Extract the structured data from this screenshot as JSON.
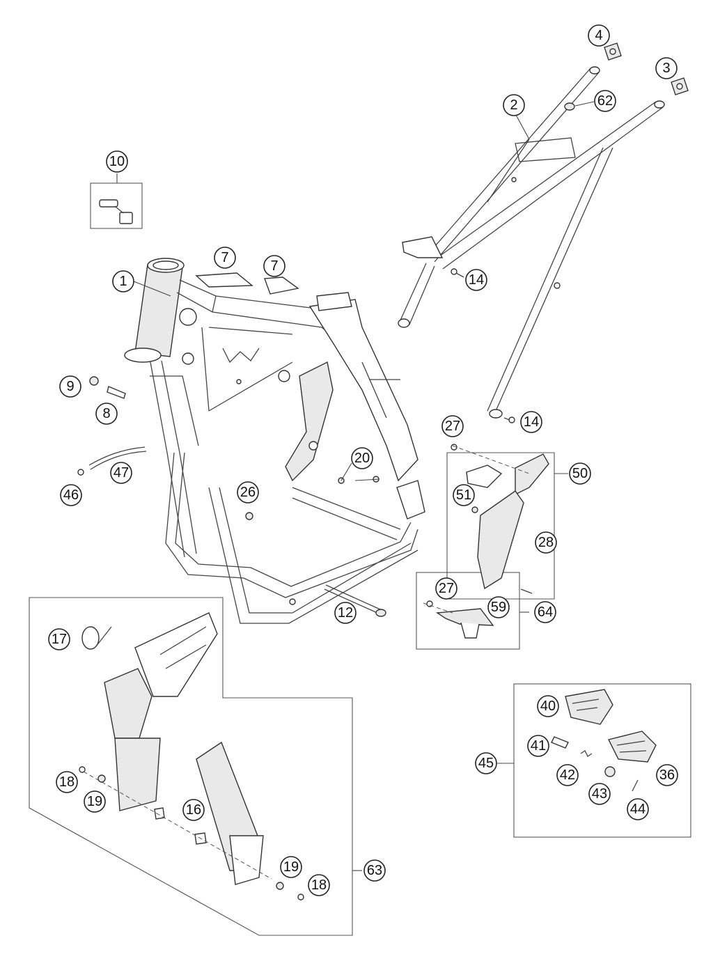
{
  "diagram": {
    "callouts": {
      "c1": "1",
      "c2": "2",
      "c3": "3",
      "c4": "4",
      "c7a": "7",
      "c7b": "7",
      "c8": "8",
      "c9": "9",
      "c10": "10",
      "c12": "12",
      "c14a": "14",
      "c14b": "14",
      "c16": "16",
      "c17": "17",
      "c18a": "18",
      "c18b": "18",
      "c19a": "19",
      "c19b": "19",
      "c20": "20",
      "c26": "26",
      "c27a": "27",
      "c27b": "27",
      "c28": "28",
      "c36": "36",
      "c40": "40",
      "c41": "41",
      "c42": "42",
      "c43": "43",
      "c44": "44",
      "c45": "45",
      "c46": "46",
      "c47": "47",
      "c50": "50",
      "c51": "51",
      "c59": "59",
      "c62": "62",
      "c63": "63",
      "c64": "64"
    },
    "colors": {
      "line": "#333333",
      "fill": "#e9e9e9",
      "background": "#ffffff"
    }
  }
}
